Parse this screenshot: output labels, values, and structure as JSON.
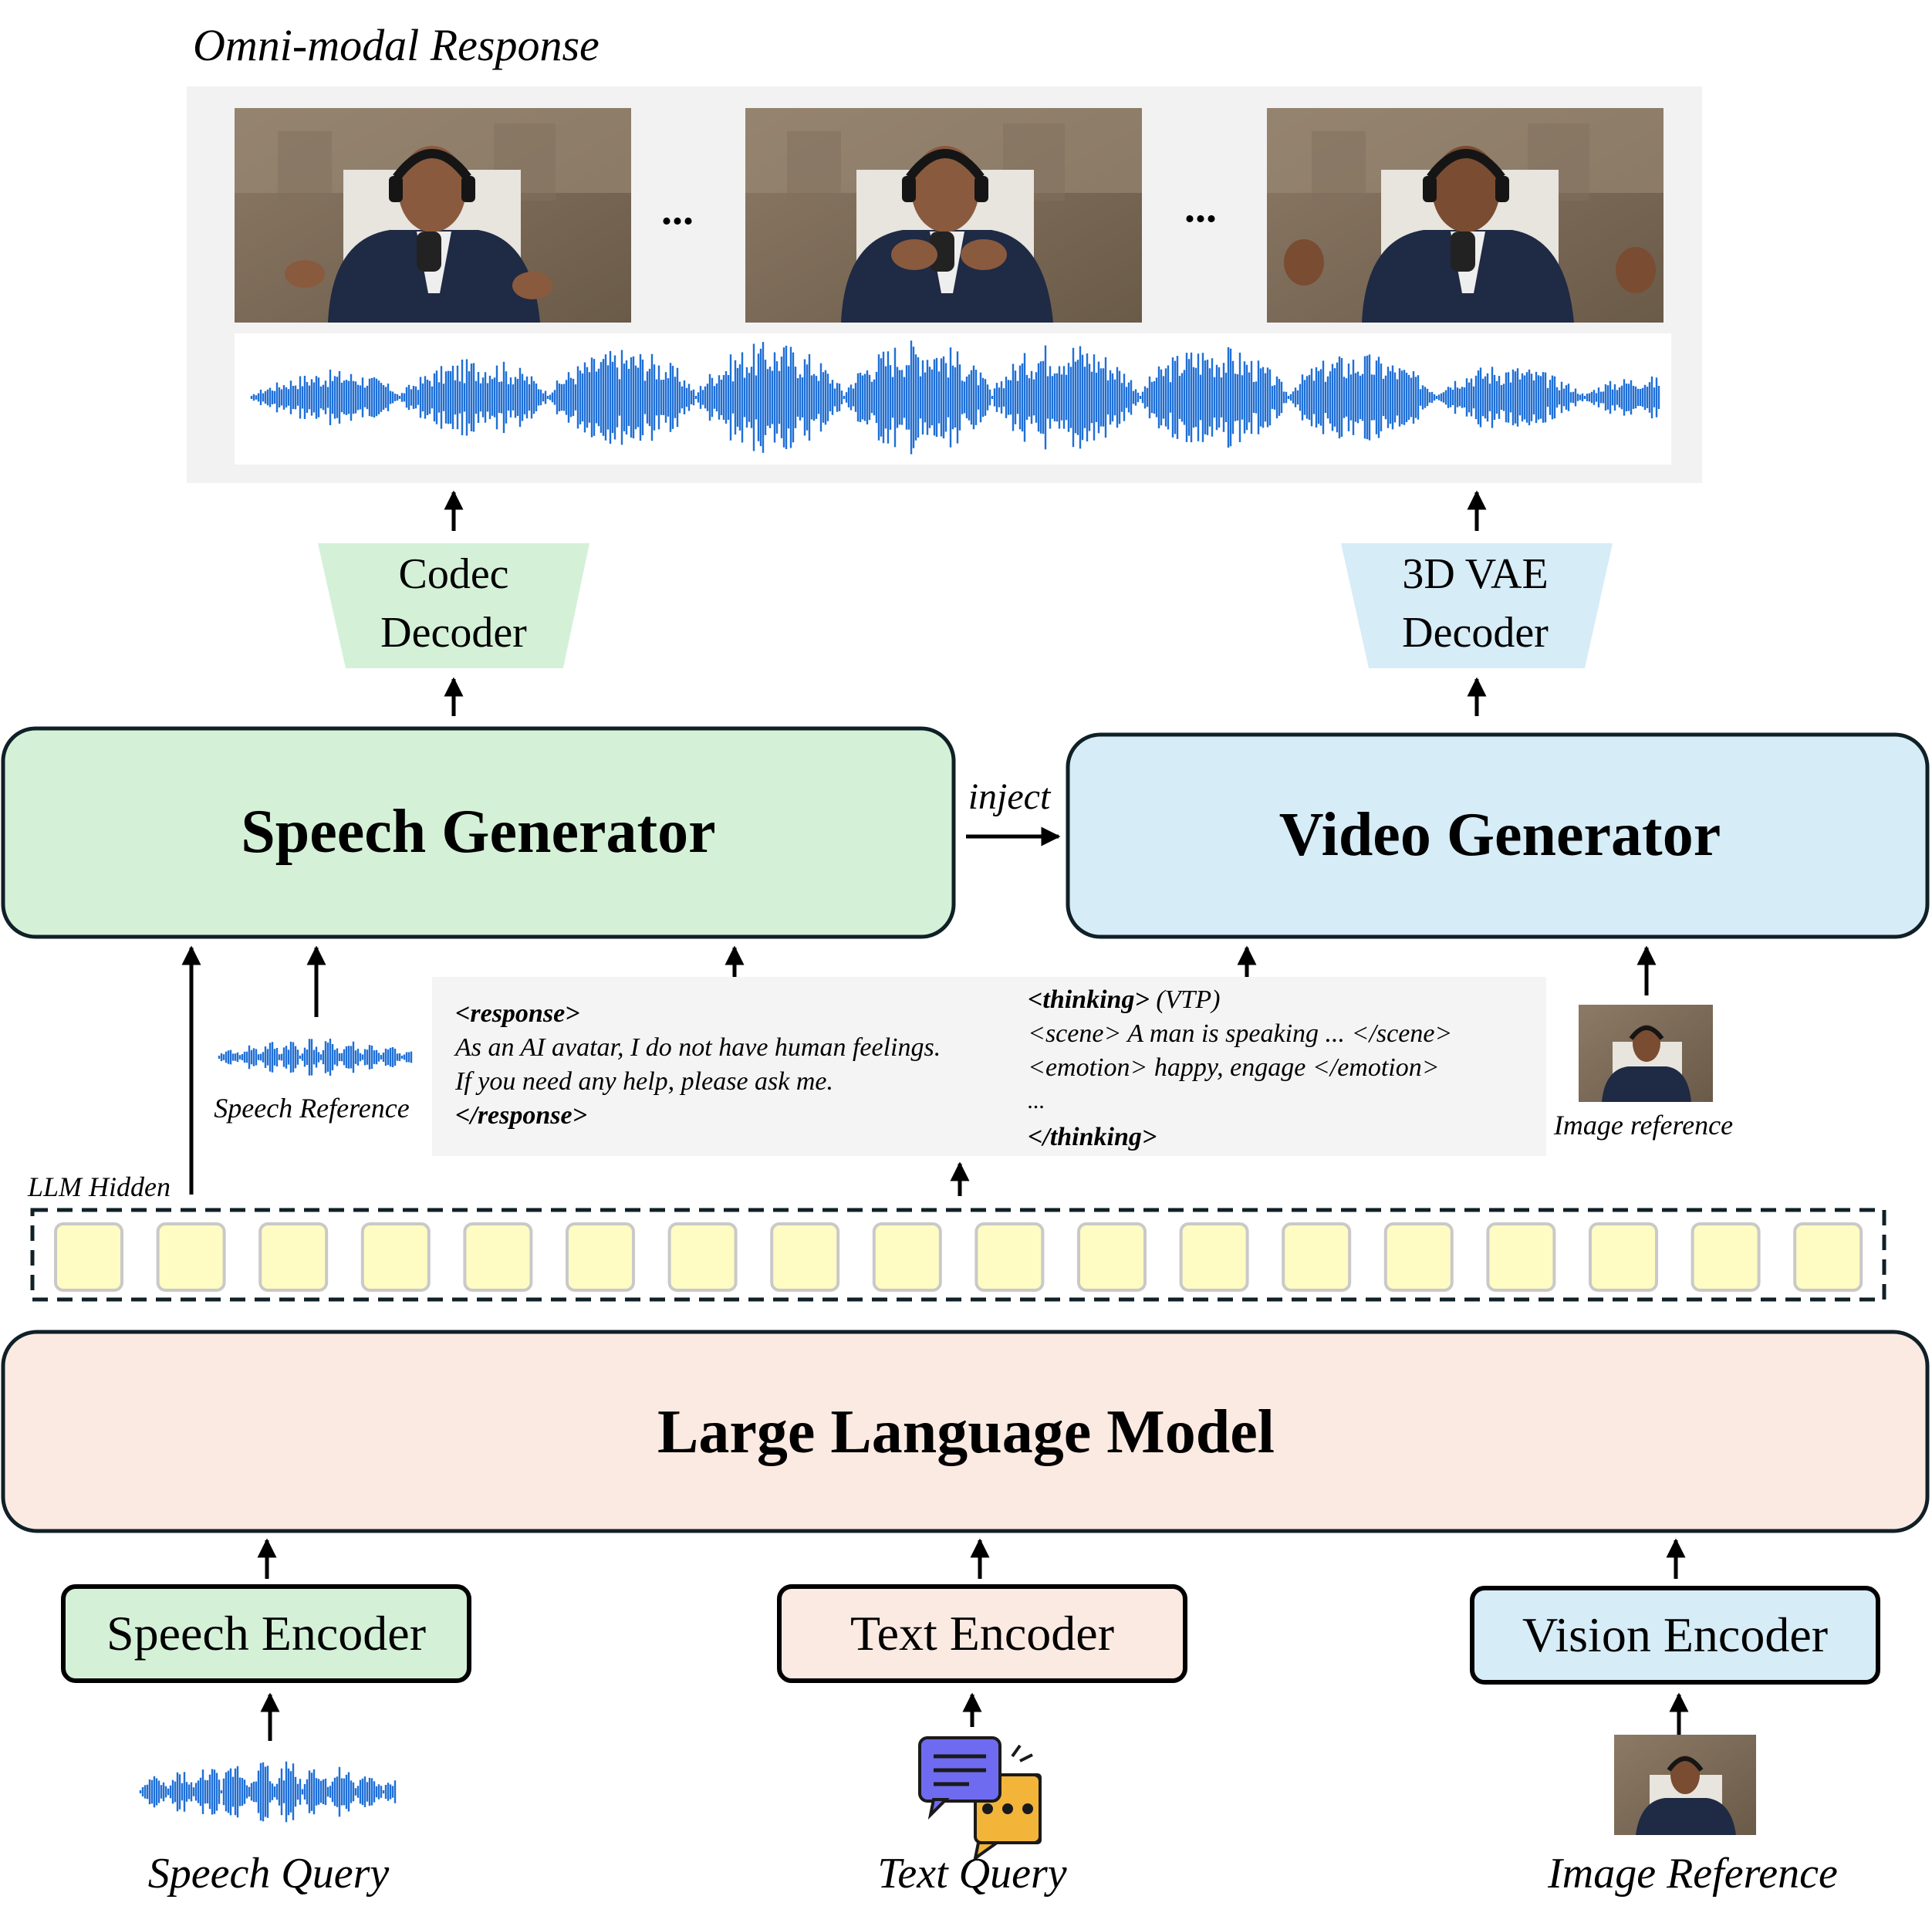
{
  "output": {
    "title": "Omni-modal Response",
    "ellipsis_1": "...",
    "ellipsis_2": "..."
  },
  "decoders": {
    "codec": {
      "line1": "Codec",
      "line2": "Decoder"
    },
    "vae": {
      "line1": "3D VAE",
      "line2": "Decoder"
    }
  },
  "generators": {
    "speech": "Speech Generator",
    "video": "Video Generator",
    "inject_label": "inject"
  },
  "reasoning": {
    "response_open": "<response>",
    "response_line1": "As an AI avatar, I do not have human feelings.",
    "response_line2": "If you need any help, please ask me.",
    "response_close": "</response>",
    "thinking_open": "<thinking>",
    "thinking_tag_suffix": " (VTP)",
    "thinking_scene": "<scene> A man is speaking ... </scene>",
    "thinking_emotion": "<emotion> happy, engage </emotion>",
    "thinking_ellipsis": "...",
    "thinking_close": "</thinking>"
  },
  "references": {
    "speech_reference": "Speech Reference",
    "image_reference": "Image reference"
  },
  "llm": {
    "hidden_label": "LLM Hidden",
    "hidden_token_count": 18,
    "model_label": "Large Language Model"
  },
  "encoders": {
    "speech": "Speech Encoder",
    "text": "Text Encoder",
    "vision": "Vision Encoder"
  },
  "inputs": {
    "speech_query": "Speech Query",
    "text_query": "Text Query",
    "image_reference": "Image Reference"
  },
  "colors": {
    "green_fill": "#d4f1d8",
    "blue_fill": "#d6ecf6",
    "pink_fill": "#fbeae2",
    "token_fill": "#fefcc2",
    "token_border": "#c9c9c9",
    "box_border": "#102027",
    "wave_blue": "#1f6fd6",
    "panel_gray": "#f2f2f2"
  }
}
